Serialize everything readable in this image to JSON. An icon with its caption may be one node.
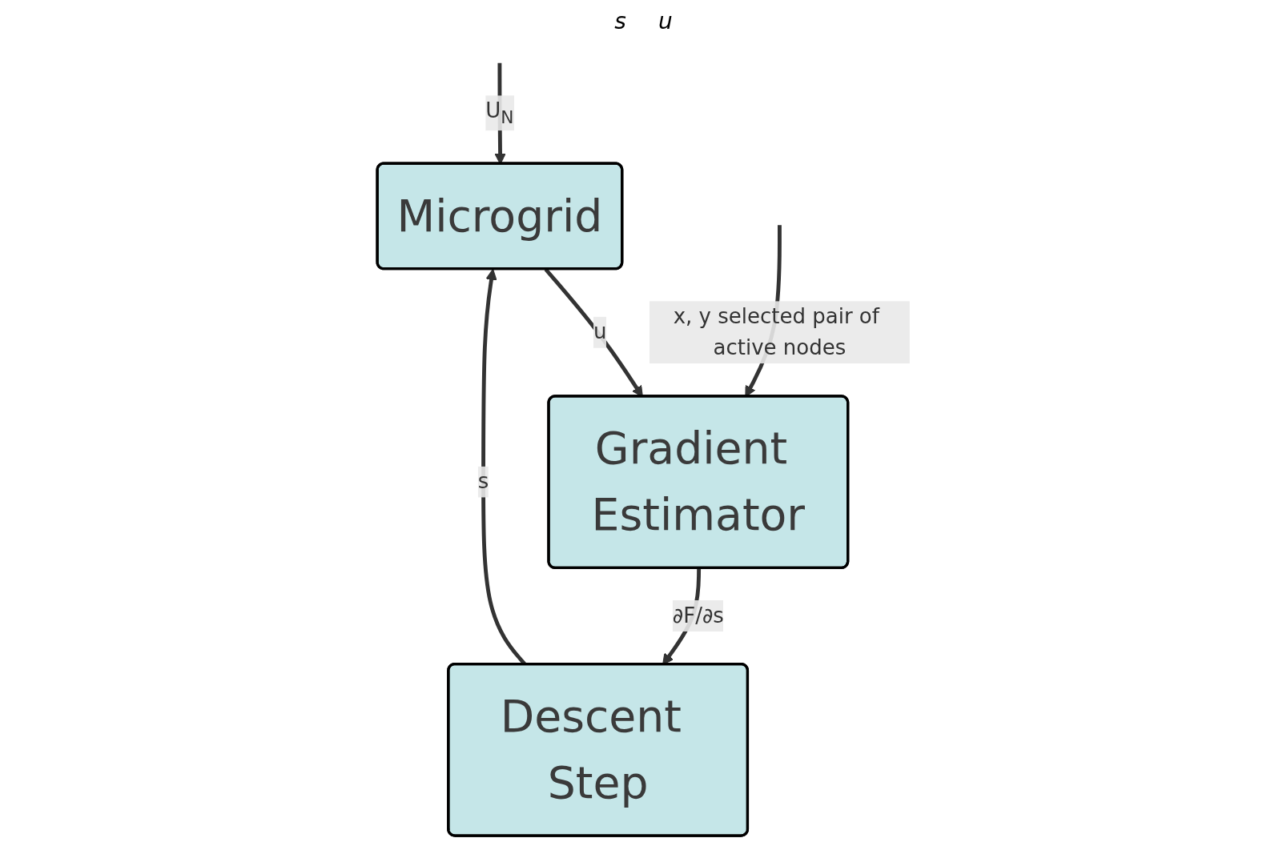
{
  "diagram": {
    "nodes": [
      {
        "text": [
          "Microgrid"
        ]
      },
      {
        "text": [
          "Descent Step"
        ]
      },
      {
        "text": [
          "Gradient Estimator"
        ]
      }
    ],
    "edges": [
      {
        "from": null,
        "to": 0,
        "arrow": "to",
        "label": "U$_{N}$"
      },
      {
        "from": 1,
        "to": 0,
        "arrow": "to",
        "label": "s"
      },
      {
        "from": 0,
        "to": 2,
        "arrow": "to",
        "label": "u"
      },
      {
        "from": 2,
        "to": 1,
        "arrow": "to",
        "label": "∂F/∂s"
      },
      {
        "from": null,
        "to": 2,
        "arrow": "to",
        "label": "x, y selected pair of active nodes"
      }
    ],
    "labels": [
      "s",
      "u"
    ]
  }
}
